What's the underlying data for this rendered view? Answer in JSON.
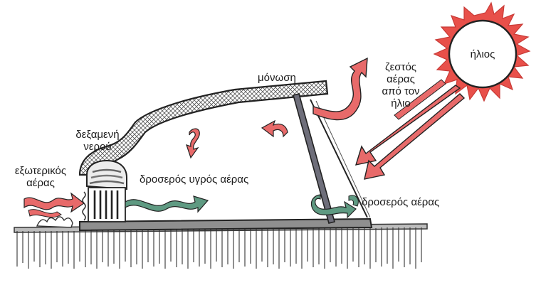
{
  "labels": {
    "sun": "ήλιος",
    "hot_air_1": "ζεστός",
    "hot_air_2": "αέρας",
    "hot_air_3": "από τον",
    "hot_air_4": "ήλιο",
    "insulation": "μόνωση",
    "water_tank_1": "δεξαμενή",
    "water_tank_2": "νερού",
    "outside_air_1": "εξωτερικός",
    "outside_air_2": "αέρας",
    "cool_humid_air": "δροσερός υγρός αέρας",
    "cool_air": "δροσερός αέρας"
  },
  "colors": {
    "sun_rays": "#e8504a",
    "warm_arrow": "#e86a6a",
    "cool_arrow": "#5f9a82",
    "outline": "#333333"
  }
}
